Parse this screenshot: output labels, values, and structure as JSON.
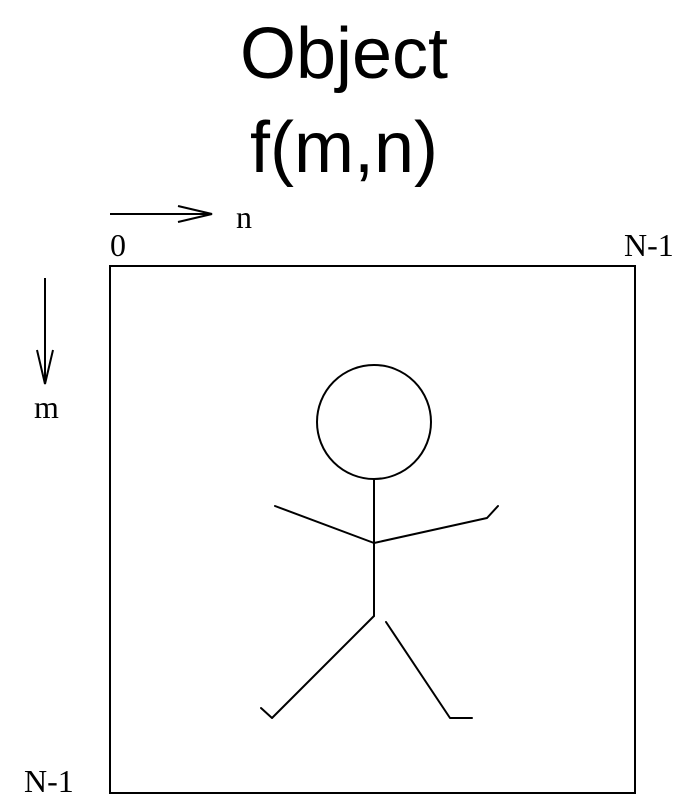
{
  "title": {
    "line1": "Object",
    "line2": "f(m,n)"
  },
  "axes": {
    "horizontal_label": "n",
    "vertical_label": "m",
    "origin_label": "0",
    "right_corner_label": "N-1",
    "bottom_corner_label": "N-1"
  },
  "colors": {
    "stroke": "#000000",
    "background": "#ffffff"
  }
}
